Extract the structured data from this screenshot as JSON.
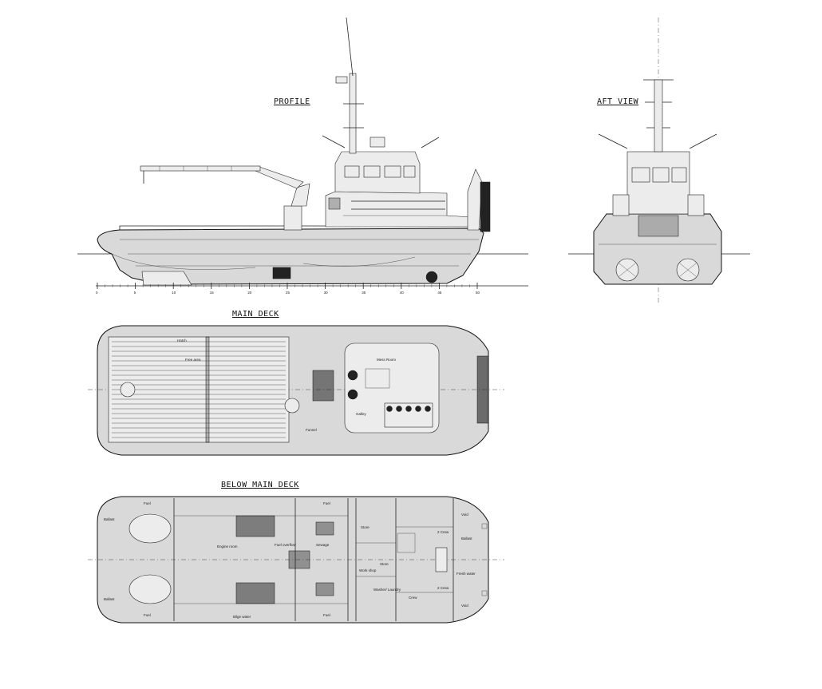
{
  "views": {
    "profile": {
      "title": "PROFILE"
    },
    "aft": {
      "title": "AFT VIEW"
    },
    "main_deck": {
      "title": "MAIN DECK"
    },
    "below_deck": {
      "title": "BELOW MAIN DECK"
    }
  },
  "scale_ticks": [
    "0",
    "5",
    "10",
    "15",
    "20",
    "25",
    "30",
    "35",
    "40",
    "45",
    "50"
  ],
  "main_deck_labels": {
    "mess": "Mess Room",
    "galley": "Galley",
    "funnel": "Funnel",
    "free_area": "Free area",
    "hatch": "Hatch"
  },
  "below_deck_labels": {
    "engine_room": "Engine room",
    "fuel_1": "Fuel",
    "fuel_2": "Fuel",
    "fuel_3": "Fuel",
    "fuel_4": "Fuel",
    "fuel_overflow": "Fuel overflow",
    "sewage": "Sewage",
    "store_1": "Store",
    "store_2": "Store",
    "workshop": "Work shop",
    "washer": "Washer/ Laundry",
    "crew_1": "Crew",
    "crew_2": "2 Crew",
    "crew_3": "2 Crew",
    "void_1": "Void",
    "void_2": "Void",
    "ballast_1": "Ballast",
    "ballast_2": "Ballast",
    "ballast_3": "Ballast",
    "bilge_water": "Bilge water",
    "fresh_water": "Fresh water"
  }
}
